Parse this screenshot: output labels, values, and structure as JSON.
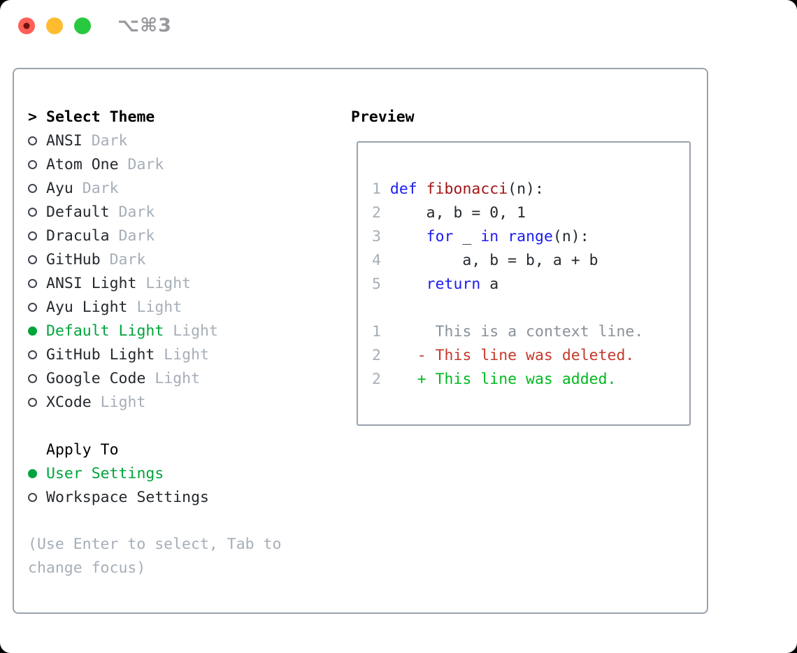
{
  "titlebar": {
    "title": "⌥⌘3"
  },
  "colors": {
    "tl_red": "#ff5f57",
    "tl_yellow": "#febc2e",
    "tl_green": "#28c840",
    "tl_red_dot": "#6e150d",
    "title": "#98989d",
    "border": "#9aa2ae",
    "text": "#24292e",
    "muted": "#a6aeb8",
    "ring": "#40464e",
    "green": "#00a43c",
    "added": "#00b81f",
    "deleted": "#c5392b",
    "fn": "#a31515",
    "kw": "#1b1bf0",
    "header": "#000000"
  },
  "theme_panel": {
    "header": {
      "prompt": ">",
      "label": "Select Theme"
    },
    "themes": [
      {
        "name": "ANSI",
        "variant": "Dark",
        "selected": false
      },
      {
        "name": "Atom One",
        "variant": "Dark",
        "selected": false
      },
      {
        "name": "Ayu",
        "variant": "Dark",
        "selected": false
      },
      {
        "name": "Default",
        "variant": "Dark",
        "selected": false
      },
      {
        "name": "Dracula",
        "variant": "Dark",
        "selected": false
      },
      {
        "name": "GitHub",
        "variant": "Dark",
        "selected": false
      },
      {
        "name": "ANSI Light",
        "variant": "Light",
        "selected": false
      },
      {
        "name": "Ayu Light",
        "variant": "Light",
        "selected": false
      },
      {
        "name": "Default Light",
        "variant": "Light",
        "selected": true
      },
      {
        "name": "GitHub Light",
        "variant": "Light",
        "selected": false
      },
      {
        "name": "Google Code",
        "variant": "Light",
        "selected": false
      },
      {
        "name": "XCode",
        "variant": "Light",
        "selected": false
      }
    ],
    "apply_to": {
      "label": "Apply To",
      "options": [
        {
          "label": "User Settings",
          "selected": true
        },
        {
          "label": "Workspace Settings",
          "selected": false
        }
      ]
    },
    "hint": "(Use Enter to select, Tab to change focus)"
  },
  "preview": {
    "label": "Preview",
    "lines": [
      {
        "num": "1",
        "segs": [
          {
            "t": "def",
            "c": "kw"
          },
          {
            "t": " ",
            "c": "pl"
          },
          {
            "t": "fibonacci",
            "c": "fn"
          },
          {
            "t": "(n):",
            "c": "pl"
          }
        ]
      },
      {
        "num": "2",
        "segs": [
          {
            "t": "    a, b = 0, 1",
            "c": "pl"
          }
        ]
      },
      {
        "num": "3",
        "segs": [
          {
            "t": "    ",
            "c": "pl"
          },
          {
            "t": "for",
            "c": "kw"
          },
          {
            "t": " _ ",
            "c": "pl"
          },
          {
            "t": "in",
            "c": "kw"
          },
          {
            "t": " ",
            "c": "pl"
          },
          {
            "t": "range",
            "c": "kw"
          },
          {
            "t": "(n):",
            "c": "pl"
          }
        ]
      },
      {
        "num": "4",
        "segs": [
          {
            "t": "        a, b = b, a + b",
            "c": "pl"
          }
        ]
      },
      {
        "num": "5",
        "segs": [
          {
            "t": "    ",
            "c": "pl"
          },
          {
            "t": "return",
            "c": "kw"
          },
          {
            "t": " a",
            "c": "pl"
          }
        ]
      },
      {
        "num": "",
        "segs": []
      },
      {
        "num": "1",
        "segs": [
          {
            "t": "     ",
            "c": "pl"
          },
          {
            "t": "This is a context line.",
            "c": "ctx"
          }
        ]
      },
      {
        "num": "2",
        "segs": [
          {
            "t": "   ",
            "c": "pl"
          },
          {
            "t": "- This line was deleted.",
            "c": "del"
          }
        ]
      },
      {
        "num": "2",
        "segs": [
          {
            "t": "   ",
            "c": "pl"
          },
          {
            "t": "+ This line was added.",
            "c": "add"
          }
        ]
      }
    ]
  }
}
